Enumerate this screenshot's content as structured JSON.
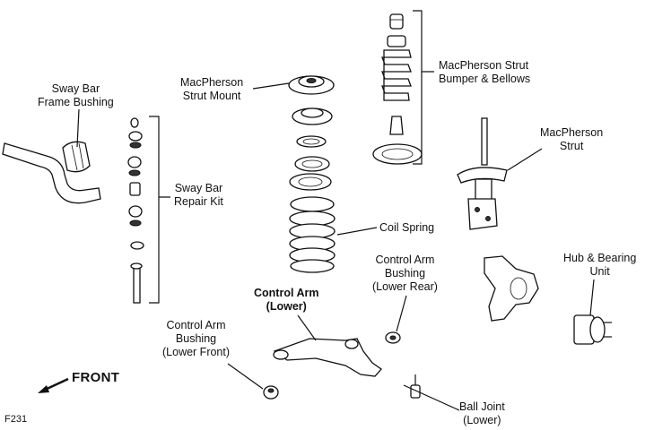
{
  "labels": {
    "sway_bar_frame_bushing": [
      "Sway Bar",
      "Frame Bushing"
    ],
    "macpherson_strut_mount": [
      "MacPherson",
      "Strut Mount"
    ],
    "macpherson_strut_bumper_bellows": [
      "MacPherson Strut",
      "Bumper & Bellows"
    ],
    "sway_bar_repair_kit": [
      "Sway Bar",
      "Repair Kit"
    ],
    "macpherson_strut": [
      "MacPherson",
      "Strut"
    ],
    "coil_spring": [
      "Coil Spring"
    ],
    "control_arm_bushing_lower_rear": [
      "Control Arm",
      "Bushing",
      "(Lower Rear)"
    ],
    "hub_bearing_unit": [
      "Hub & Bearing",
      "Unit"
    ],
    "control_arm_lower": [
      "Control Arm",
      "(Lower)"
    ],
    "control_arm_bushing_lower_front": [
      "Control Arm",
      "Bushing",
      "(Lower Front)"
    ],
    "ball_joint_lower": [
      "Ball Joint",
      "(Lower)"
    ]
  },
  "front_label": "FRONT",
  "figure_code": "F231"
}
